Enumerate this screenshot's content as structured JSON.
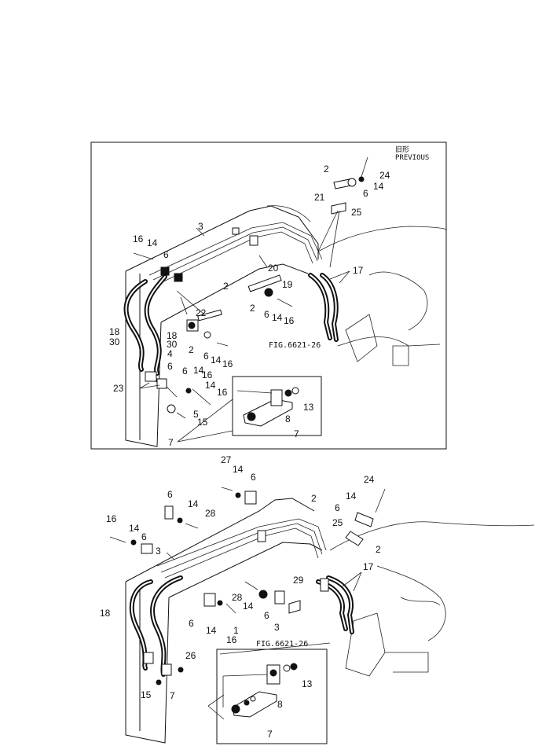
{
  "header": {
    "line1": "旧形",
    "line2": "PREVIOUS"
  },
  "top_diagram": {
    "fig_ref": "FIG.6621-26",
    "labels": [
      "2",
      "24",
      "14",
      "6",
      "21",
      "25",
      "3",
      "16",
      "14",
      "6",
      "20",
      "19",
      "17",
      "2",
      "2",
      "6",
      "14",
      "16",
      "22",
      "18",
      "30",
      "18",
      "30",
      "2",
      "6",
      "14",
      "16",
      "4",
      "6",
      "14",
      "16",
      "23",
      "6",
      "14",
      "16",
      "5",
      "15",
      "13",
      "8",
      "7",
      "7"
    ]
  },
  "bottom_diagram": {
    "fig_ref": "FIG.6621-26",
    "labels": [
      "27",
      "14",
      "6",
      "24",
      "2",
      "6",
      "14",
      "28",
      "14",
      "6",
      "16",
      "14",
      "6",
      "25",
      "2",
      "3",
      "17",
      "29",
      "28",
      "14",
      "6",
      "18",
      "6",
      "14",
      "1",
      "16",
      "3",
      "26",
      "15",
      "7",
      "13",
      "8",
      "7"
    ]
  },
  "colors": {
    "ink": "#111111",
    "paper": "#ffffff"
  }
}
